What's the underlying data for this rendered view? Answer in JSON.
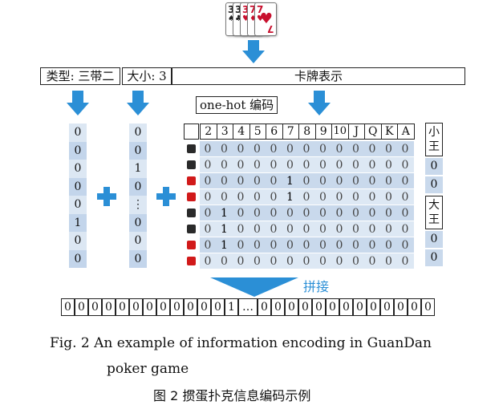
{
  "cards": [
    {
      "rank": "3",
      "suit": "♠",
      "color": "black"
    },
    {
      "rank": "3",
      "suit": "♣",
      "color": "black"
    },
    {
      "rank": "3",
      "suit": "♥",
      "color": "red"
    },
    {
      "rank": "7",
      "suit": "♦",
      "color": "red"
    },
    {
      "rank": "7",
      "suit": "♥",
      "color": "red"
    }
  ],
  "header": {
    "type_label": "类型: 三带二",
    "size_label": "大小: 3",
    "card_repr_label": "卡牌表示"
  },
  "onehot_label": "one-hot 编码",
  "type_vector": [
    "0",
    "0",
    "0",
    "0",
    "0",
    "1",
    "0",
    "0"
  ],
  "size_vector": [
    "0",
    "0",
    "1",
    "0",
    "⋮",
    "0",
    "0",
    "0"
  ],
  "ranks": [
    "2",
    "3",
    "4",
    "5",
    "6",
    "7",
    "8",
    "9",
    "10",
    "J",
    "Q",
    "K",
    "A"
  ],
  "suit_rows": [
    {
      "color": "black",
      "values": [
        "0",
        "0",
        "0",
        "0",
        "0",
        "0",
        "0",
        "0",
        "0",
        "0",
        "0",
        "0",
        "0"
      ]
    },
    {
      "color": "black",
      "values": [
        "0",
        "0",
        "0",
        "0",
        "0",
        "0",
        "0",
        "0",
        "0",
        "0",
        "0",
        "0",
        "0"
      ]
    },
    {
      "color": "red",
      "values": [
        "0",
        "0",
        "0",
        "0",
        "0",
        "1",
        "0",
        "0",
        "0",
        "0",
        "0",
        "0",
        "0"
      ]
    },
    {
      "color": "red",
      "values": [
        "0",
        "0",
        "0",
        "0",
        "0",
        "1",
        "0",
        "0",
        "0",
        "0",
        "0",
        "0",
        "0"
      ]
    },
    {
      "color": "black",
      "values": [
        "0",
        "1",
        "0",
        "0",
        "0",
        "0",
        "0",
        "0",
        "0",
        "0",
        "0",
        "0",
        "0"
      ]
    },
    {
      "color": "black",
      "values": [
        "0",
        "1",
        "0",
        "0",
        "0",
        "0",
        "0",
        "0",
        "0",
        "0",
        "0",
        "0",
        "0"
      ]
    },
    {
      "color": "red",
      "values": [
        "0",
        "1",
        "0",
        "0",
        "0",
        "0",
        "0",
        "0",
        "0",
        "0",
        "0",
        "0",
        "0"
      ]
    },
    {
      "color": "red",
      "values": [
        "0",
        "0",
        "0",
        "0",
        "0",
        "0",
        "0",
        "0",
        "0",
        "0",
        "0",
        "0",
        "0"
      ]
    }
  ],
  "small_joker": {
    "label": "小王",
    "values": [
      "0",
      "0"
    ]
  },
  "big_joker": {
    "label": "大王",
    "values": [
      "0",
      "0"
    ]
  },
  "concat_label": "拼接",
  "concat_vector_left": [
    "0",
    "0",
    "0",
    "0",
    "0",
    "0",
    "0",
    "0",
    "0",
    "0",
    "0",
    "0",
    "1"
  ],
  "concat_ellipsis": "…",
  "concat_vector_right": [
    "0",
    "0",
    "0",
    "0",
    "0",
    "0",
    "0",
    "0",
    "0",
    "0",
    "0",
    "0",
    "0"
  ],
  "caption": {
    "en_line1": "Fig. 2     An example of information encoding in GuanDan",
    "en_line2": "poker game",
    "zh": "图 2    掼蛋扑克信息编码示例"
  },
  "colors": {
    "arrow": "#2b8fd6",
    "cell_blue": "#c9d9ec",
    "concat_text": "#2b8fd6"
  }
}
